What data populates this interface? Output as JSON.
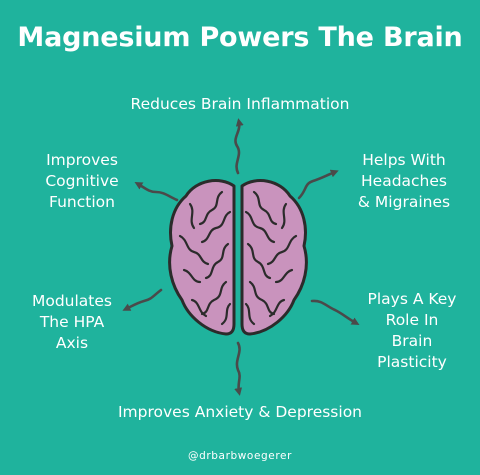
{
  "title": "Magnesium Powers The Brain",
  "benefits": {
    "top": "Reduces Brain Inflammation",
    "top_left": [
      "Improves",
      "Cognitive",
      "Function"
    ],
    "top_right": [
      "Helps With",
      "Headaches",
      "& Migraines"
    ],
    "mid_left": [
      "Modulates",
      "The HPA",
      "Axis"
    ],
    "mid_right": [
      "Plays A Key",
      "Role In",
      "Brain",
      "Plasticity"
    ],
    "bottom": "Improves Anxiety & Depression"
  },
  "handle": "@drbarbwoegerer",
  "colors": {
    "background": "#1fb39d",
    "text": "#ffffff",
    "brain": "#c993bd",
    "outline": "#2b2b2b",
    "arrow": "#4a4a4a"
  },
  "icon": "brain-icon"
}
